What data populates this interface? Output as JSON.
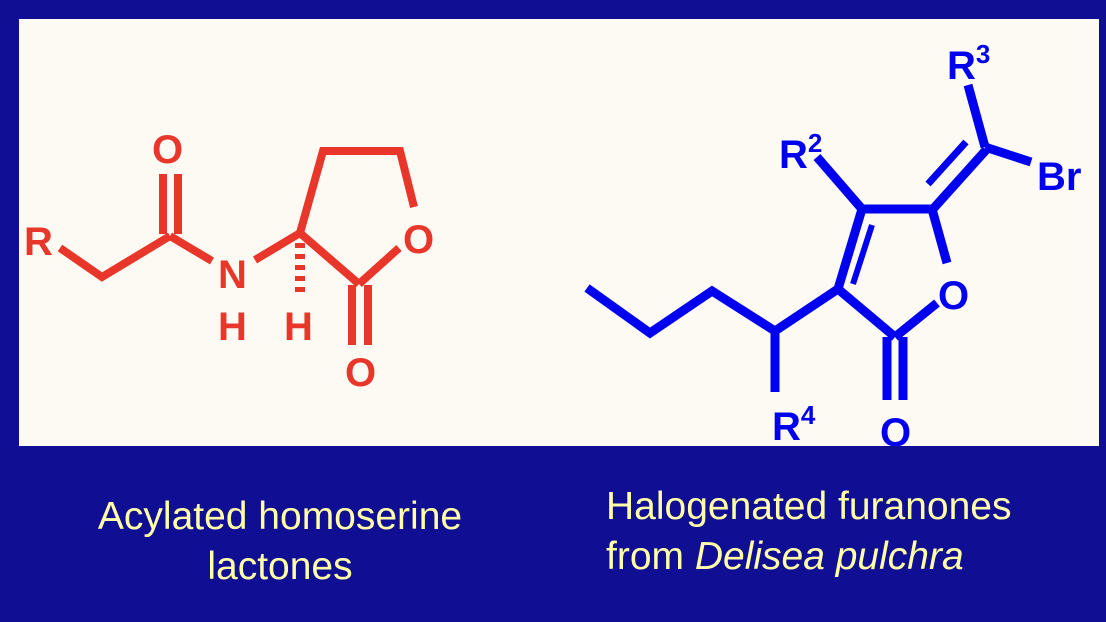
{
  "slide": {
    "background_color": "#100E92",
    "panel_color": "#FDFAF3",
    "caption_color": "#FFFFA8"
  },
  "molecules": [
    {
      "name": "Acylated homoserine lactone",
      "color": "#E8372A",
      "atoms": {
        "r": "R",
        "carbonyl_o": "O",
        "n": "N",
        "nh": "H",
        "chiral_h": "H",
        "ring_o": "O",
        "lactone_carbonyl_o": "O"
      }
    },
    {
      "name": "Halogenated furanone",
      "color": "#0000F0",
      "atoms": {
        "r2": "R",
        "r2_sup": "2",
        "r3": "R",
        "r3_sup": "3",
        "r4": "R",
        "r4_sup": "4",
        "br": "Br",
        "ring_o": "O",
        "carbonyl_o": "O"
      }
    }
  ],
  "captions": {
    "left": {
      "line1": "Acylated homoserine",
      "line2": "lactones"
    },
    "right": {
      "line1": "Halogenated furanones",
      "line2_prefix": "from ",
      "line2_italic": "Delisea pulchra"
    }
  }
}
